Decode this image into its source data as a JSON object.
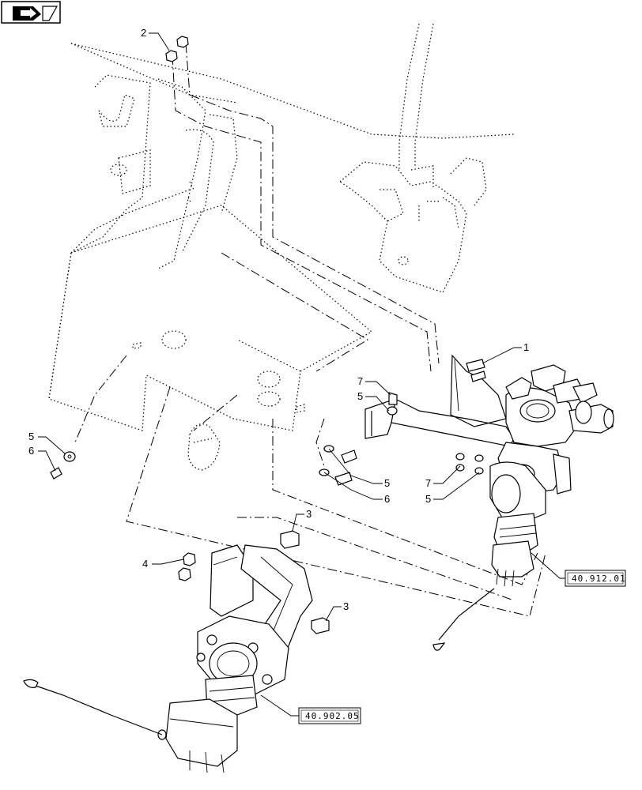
{
  "diagram": {
    "nav_icon": "page-flip-arrow-icon",
    "callouts": [
      {
        "id": "c1",
        "label": "1"
      },
      {
        "id": "c2",
        "label": "2"
      },
      {
        "id": "c3a",
        "label": "3"
      },
      {
        "id": "c3b",
        "label": "3"
      },
      {
        "id": "c4",
        "label": "4"
      },
      {
        "id": "c5a",
        "label": "5"
      },
      {
        "id": "c5b",
        "label": "5"
      },
      {
        "id": "c5c",
        "label": "5"
      },
      {
        "id": "c5d",
        "label": "5"
      },
      {
        "id": "c6a",
        "label": "6"
      },
      {
        "id": "c6b",
        "label": "6"
      },
      {
        "id": "c7a",
        "label": "7"
      },
      {
        "id": "c7b",
        "label": "7"
      }
    ],
    "references": [
      {
        "id": "r1",
        "label": "40.912.01"
      },
      {
        "id": "r2",
        "label": "40.902.05"
      }
    ]
  }
}
